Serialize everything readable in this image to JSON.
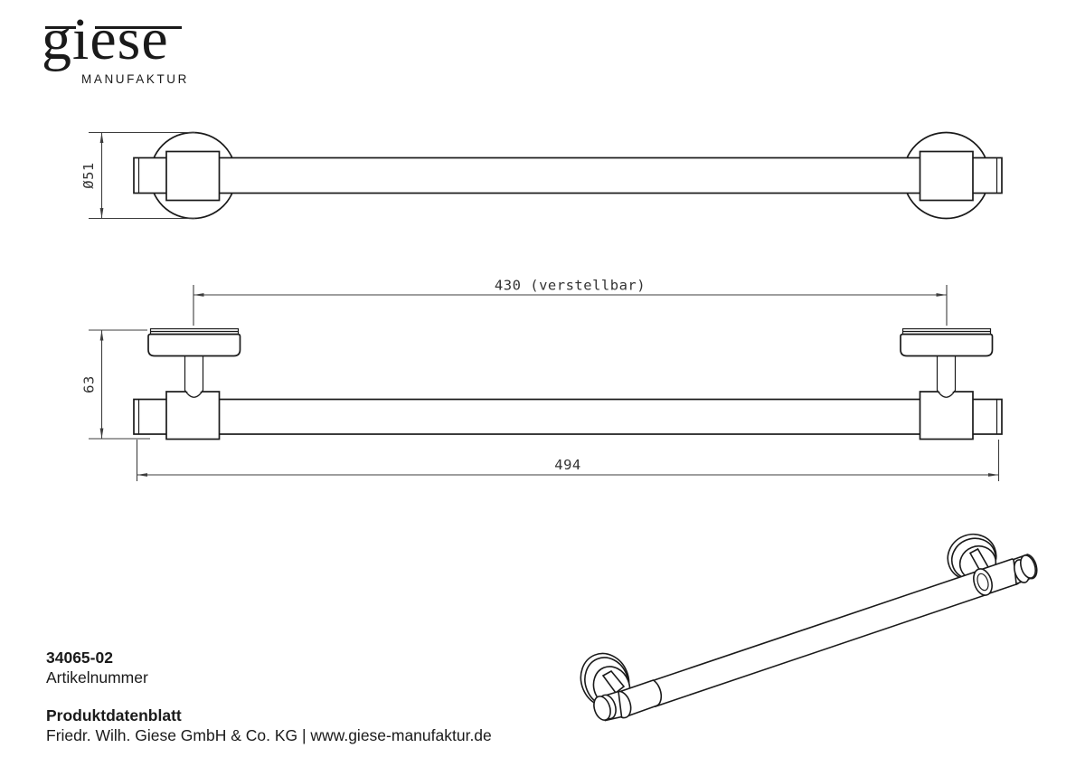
{
  "document": {
    "background": "#ffffff",
    "line_color": "#1a1a1a",
    "dimension_color": "#3d3d3d"
  },
  "logo": {
    "wordmark": "giese",
    "subtitle": "MANUFAKTUR"
  },
  "dimensions": {
    "diameter": "Ø51",
    "height": "63",
    "adjustable_width": "430 (verstellbar)",
    "overall_width": "494"
  },
  "footer": {
    "article_number": "34065-02",
    "article_number_label": "Artikelnummer",
    "document_type": "Produktdatenblatt",
    "company": "Friedr. Wilh. Giese GmbH & Co. KG | www.giese-manufaktur.de"
  }
}
